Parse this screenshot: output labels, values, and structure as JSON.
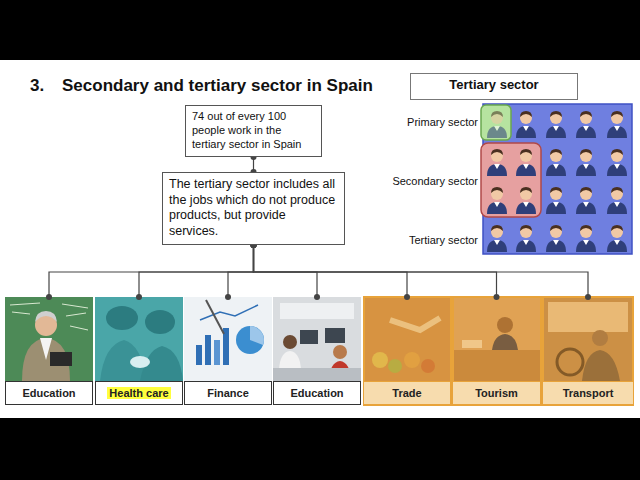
{
  "diagram": {
    "title": "Secondary and tertiary sector in Spain",
    "nodes": [
      {
        "text": [
          "74 out of every 100 people work in the tertiary sector in Spain"
        ]
      },
      {
        "text": [
          "The tertiary sector includes all the jobs which do not produce products, but provide services."
        ]
      },
      {
        "text": [
          "Education"
        ]
      },
      {
        "text": [
          "Health care"
        ]
      },
      {
        "text": [
          "Finance"
        ]
      },
      {
        "text": [
          "Education"
        ]
      },
      {
        "text": [
          "Trade"
        ]
      },
      {
        "text": [
          "Tourism"
        ]
      },
      {
        "text": [
          "Transport"
        ]
      },
      {
        "text": [
          "Tertiary sector"
        ]
      }
    ],
    "edges": [
      {
        "from": 0,
        "to": 1,
        "arrow": "none"
      },
      {
        "from": 1,
        "to": 2,
        "arrow": "none"
      },
      {
        "from": 1,
        "to": 3,
        "arrow": "none"
      },
      {
        "from": 1,
        "to": 4,
        "arrow": "none"
      },
      {
        "from": 1,
        "to": 5,
        "arrow": "none"
      },
      {
        "from": 1,
        "to": 6,
        "arrow": "none"
      },
      {
        "from": 1,
        "to": 7,
        "arrow": "none"
      },
      {
        "from": 1,
        "to": 8,
        "arrow": "none"
      }
    ],
    "labels": [
      "3.",
      "Primary sector",
      "Secondary sector",
      "Tertiary sector"
    ]
  }
}
